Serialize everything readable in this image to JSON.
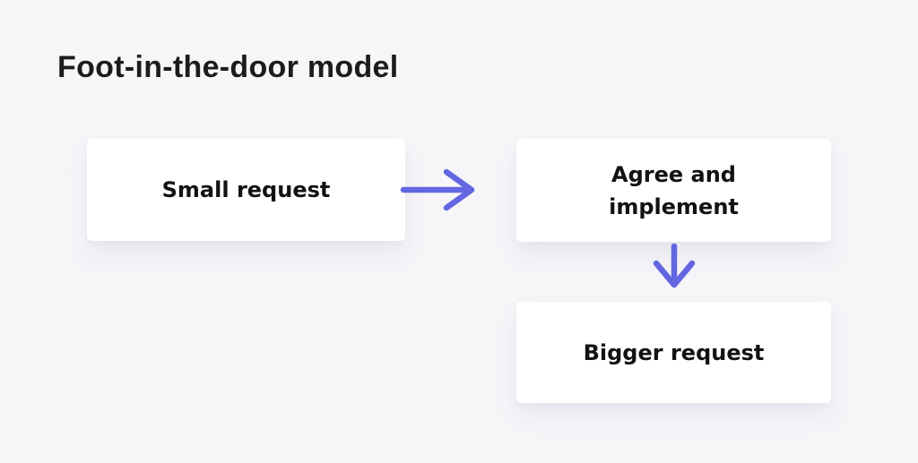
{
  "title": "Foot-in-the-door model",
  "diagram": {
    "type": "flowchart",
    "nodes": [
      {
        "id": "small-request",
        "label": "Small request"
      },
      {
        "id": "agree-and-implement",
        "label": "Agree and implement"
      },
      {
        "id": "bigger-request",
        "label": "Bigger request"
      }
    ],
    "edges": [
      {
        "from": "small-request",
        "to": "agree-and-implement",
        "direction": "right",
        "icon": "arrow-right-icon"
      },
      {
        "from": "agree-and-implement",
        "to": "bigger-request",
        "direction": "down",
        "icon": "arrow-down-icon"
      }
    ]
  },
  "colors": {
    "background": "#f6f6f9",
    "node_background": "#ffffff",
    "arrow": "#6366e0",
    "title_text": "#1c1c1e",
    "node_text": "#121212"
  }
}
